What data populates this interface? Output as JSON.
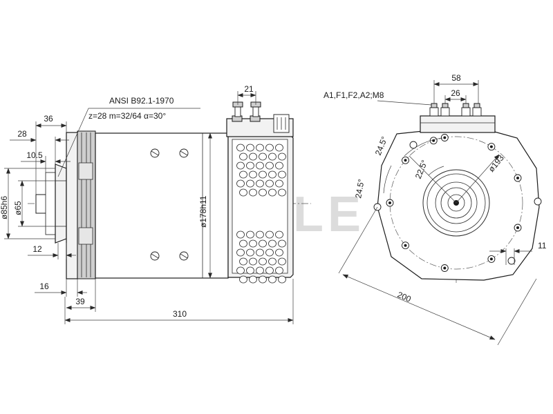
{
  "watermark": "MAHLE",
  "side_view": {
    "spec_standard": "ANSI B92.1-1970",
    "spec_gear": "z=28  m=32/64  α=30°",
    "dims": {
      "d36": "36",
      "d28": "28",
      "d10_5": "10.5",
      "d85h6": "ø85h6",
      "d65": "ø65",
      "d12": "12",
      "d16": "16",
      "d39": "39",
      "d310": "310",
      "d21": "21",
      "d178h11": "ø178h11"
    }
  },
  "front_view": {
    "terminals": "A1,F1,F2,A2;M8",
    "dims": {
      "d58": "58",
      "d26": "26",
      "a24_5_top": "24.5°",
      "a22_5": "22.5°",
      "a24_5_left": "24.5°",
      "d193": "ø193",
      "d11": "11",
      "d200": "200"
    }
  }
}
